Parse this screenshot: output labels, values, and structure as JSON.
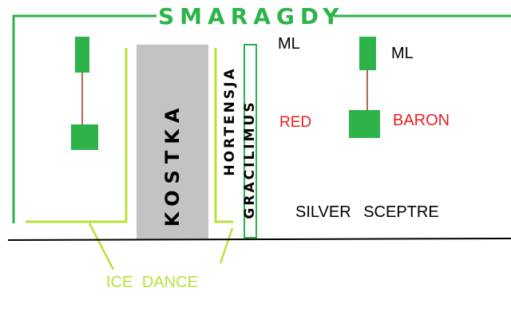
{
  "title": "SMARAGDY",
  "labels": {
    "kostka": "KOSTKA",
    "hortensja": "HORTENSJA",
    "gracilimus": "GRACILIMUS",
    "ml_left": "ML",
    "ml_right": "ML",
    "red": "RED",
    "baron": "BARON",
    "silver_sceptre": "SILVER SCEPTRE",
    "ice_dance": "ICE DANCE"
  },
  "colors": {
    "smaragd_green": "#2db34a",
    "ice_dance_yellow_green": "#b5e33a",
    "kostka_gray": "#c3c3c3",
    "red_label": "#e62020",
    "ground_line": "#000000",
    "stem_brown": "#b06a4a"
  }
}
